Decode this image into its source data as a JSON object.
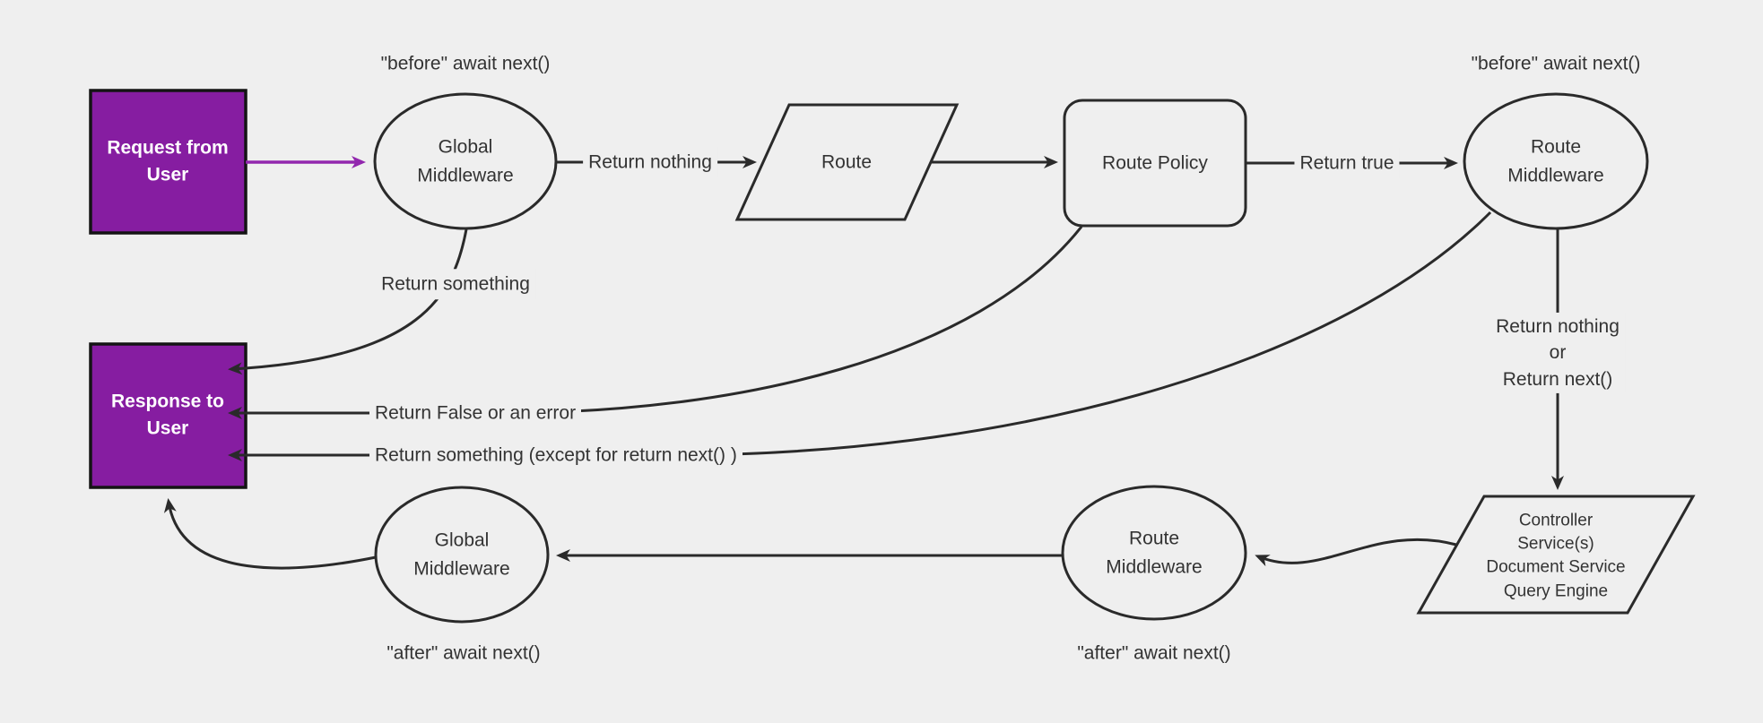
{
  "diagram": {
    "title": "Request / response lifecycle middleware flowchart",
    "colors": {
      "background": "#efefef",
      "edge_stroke": "#2a2a2a",
      "node_stroke": "#2a2a2a",
      "terminal_fill": "#861da1",
      "terminal_stroke": "#141414",
      "terminal_text": "#ffffff",
      "purple_arrow": "#9227ae",
      "text": "#333333"
    },
    "nodes": {
      "request": {
        "label": "Request from User",
        "shape": "rectangle"
      },
      "response": {
        "label": "Response to User",
        "shape": "rectangle"
      },
      "global_mw_top": {
        "label": "Global Middleware",
        "shape": "ellipse"
      },
      "route": {
        "label": "Route",
        "shape": "parallelogram"
      },
      "route_policy": {
        "label": "Route Policy",
        "shape": "rounded-rectangle"
      },
      "route_mw_top": {
        "label": "Route Middleware",
        "shape": "ellipse"
      },
      "controller": {
        "shape": "parallelogram",
        "lines": [
          "Controller",
          "Service(s)",
          "Document Service",
          "Query Engine"
        ]
      },
      "route_mw_bottom": {
        "label": "Route Middleware",
        "shape": "ellipse"
      },
      "global_mw_bottom": {
        "label": "Global Middleware",
        "shape": "ellipse"
      }
    },
    "annotations": {
      "before_global": "\"before\" await next()",
      "before_route": "\"before\" await next()",
      "after_route": "\"after\" await next()",
      "after_global": "\"after\" await next()"
    },
    "edge_labels": {
      "return_nothing": "Return nothing",
      "return_true": "Return true",
      "return_something": "Return something",
      "return_false_or_error": "Return False or an error",
      "return_something_except": "Return something (except for return next() )",
      "return_nothing_or_next": {
        "lines": [
          "Return nothing",
          "or",
          "Return next()"
        ]
      }
    }
  }
}
